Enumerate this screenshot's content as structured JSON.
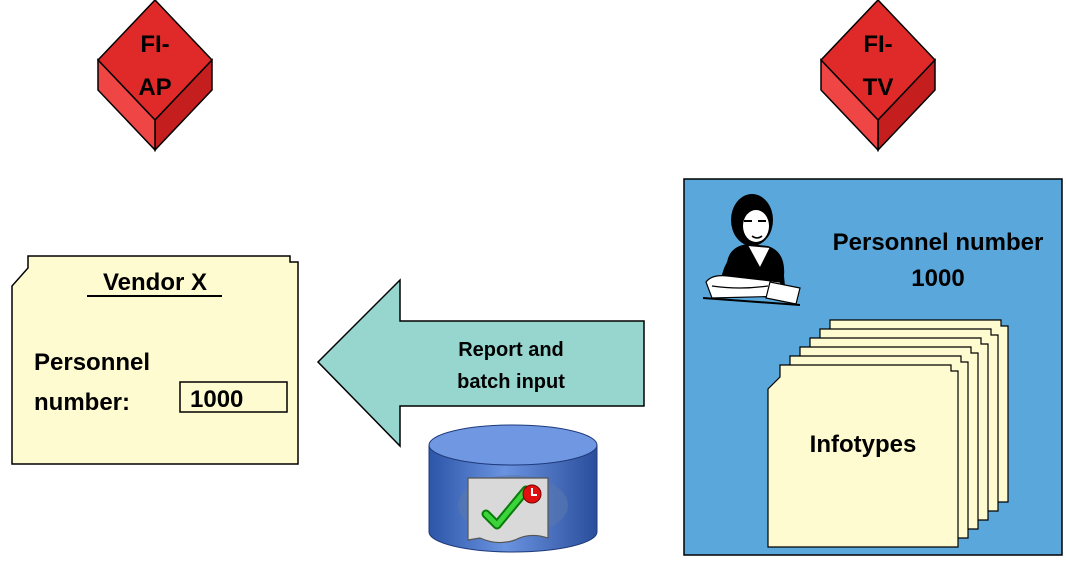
{
  "modules": {
    "left": {
      "line1": "FI-",
      "line2": "AP"
    },
    "right": {
      "line1": "FI-",
      "line2": "TV"
    }
  },
  "vendor_card": {
    "title": "Vendor X",
    "field_label_line1": "Personnel",
    "field_label_line2": "number:",
    "field_value": "1000"
  },
  "arrow": {
    "line1": "Report and",
    "line2": "batch input"
  },
  "hr_panel": {
    "title_line1": "Personnel number",
    "title_line2": "1000",
    "folder_label": "Infotypes"
  },
  "colors": {
    "module_red": "#e02a2a",
    "card_fill": "#fffbd0",
    "arrow_fill": "#97d6cf",
    "panel_fill": "#5aa8db",
    "database_blue": "#3f6fc3"
  }
}
